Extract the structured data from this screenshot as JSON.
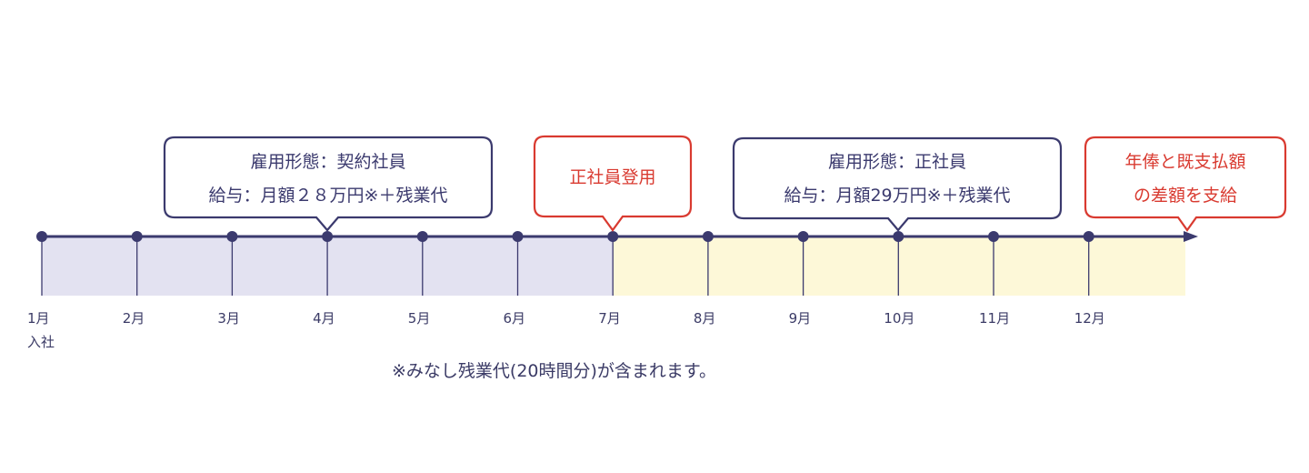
{
  "colors": {
    "navy": "#3b3a6e",
    "red": "#d93a30",
    "contract_fill": "#e3e2f1",
    "regular_fill": "#fdf8d8"
  },
  "months": [
    "1月",
    "2月",
    "3月",
    "4月",
    "5月",
    "6月",
    "7月",
    "8月",
    "9月",
    "10月",
    "11月",
    "12月"
  ],
  "join_label": "入社",
  "callouts": {
    "contract": {
      "line1": "雇用形態：契約社員",
      "line2": "給与：月額２８万円※＋残業代"
    },
    "promotion": {
      "line1": "正社員登用"
    },
    "regular": {
      "line1": "雇用形態：正社員",
      "line2": "給与：月額29万円※＋残業代"
    },
    "settlement": {
      "line1": "年俸と既支払額",
      "line2": "の差額を支給"
    }
  },
  "note": "※みなし残業代(20時間分)が含まれます。"
}
